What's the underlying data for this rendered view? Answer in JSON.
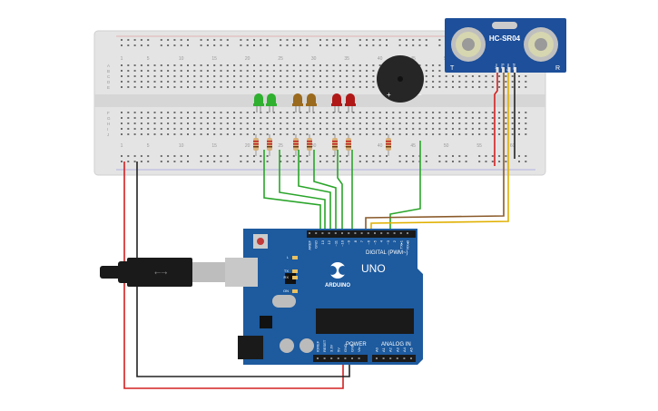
{
  "breadboard": {
    "column_numbers": [
      "1",
      "5",
      "10",
      "15",
      "20",
      "25",
      "30",
      "35",
      "40",
      "45",
      "50",
      "55",
      "60"
    ],
    "row_letters_top": [
      "A",
      "B",
      "C",
      "D",
      "E"
    ],
    "row_letters_bottom": [
      "F",
      "G",
      "H",
      "I",
      "J"
    ]
  },
  "sensor": {
    "label": "HC-SR04",
    "left_mark": "T",
    "right_mark": "R",
    "pins": [
      "Vcc",
      "Trig",
      "Echo",
      "Gnd"
    ]
  },
  "buzzer": {
    "plus": "+",
    "minus": "−"
  },
  "leds": [
    {
      "color": "#2fb02f"
    },
    {
      "color": "#2fb02f"
    },
    {
      "color": "#9a6a1e"
    },
    {
      "color": "#9a6a1e"
    },
    {
      "color": "#b01818"
    },
    {
      "color": "#b01818"
    }
  ],
  "arduino": {
    "brand": "ARDUINO",
    "model": "UNO",
    "digital_header": "DIGITAL (PWM~)",
    "power_header": "POWER",
    "analog_header": "ANALOG IN",
    "led_labels": [
      "L",
      "TX",
      "RX",
      "ON"
    ],
    "digital_pins": [
      "AREF",
      "GND",
      "13",
      "12",
      "~11",
      "~10",
      "~9",
      "8",
      "7",
      "~6",
      "~5",
      "4",
      "~3",
      "2",
      "TX▸1",
      "RX◂0"
    ],
    "power_pins": [
      "IOREF",
      "RESET",
      "3.3V",
      "5V",
      "GND",
      "GND",
      "Vin"
    ],
    "analog_pins": [
      "A0",
      "A1",
      "A2",
      "A3",
      "A4",
      "A5"
    ]
  },
  "colors": {
    "board": "#1d5a9e",
    "breadboard": "#e6e6e6",
    "wire_green": "#2aa52a",
    "wire_red": "#d42020",
    "wire_black": "#222222",
    "wire_brown": "#8a5a2a",
    "wire_yellow": "#e0b000",
    "sensor_board": "#1d4f9a"
  }
}
